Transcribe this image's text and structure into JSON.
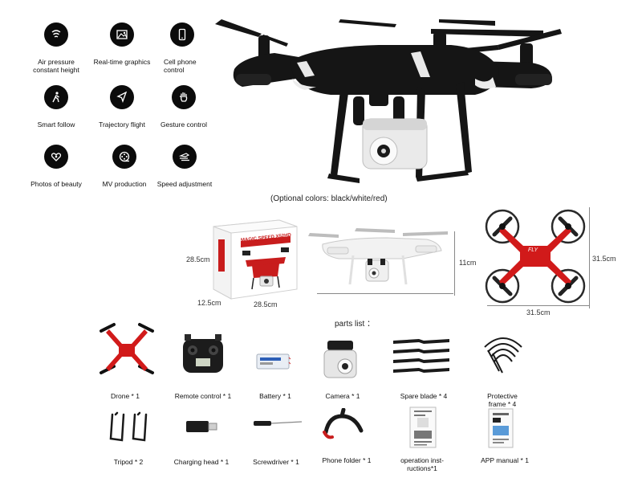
{
  "features": [
    {
      "label_1": "Air pressure",
      "label_2": "constant height",
      "icon": "barometer-icon"
    },
    {
      "label_1": "Real-time graphics",
      "label_2": "",
      "icon": "image-icon"
    },
    {
      "label_1": "Cell phone",
      "label_2": "control",
      "icon": "phone-icon"
    },
    {
      "label_1": "Smart follow",
      "label_2": "",
      "icon": "walking-person-icon"
    },
    {
      "label_1": "Trajectory flight",
      "label_2": "",
      "icon": "navigation-arrow-icon"
    },
    {
      "label_1": "Gesture control",
      "label_2": "",
      "icon": "hand-icon"
    },
    {
      "label_1": "Photos of beauty",
      "label_2": "",
      "icon": "heart-photo-icon"
    },
    {
      "label_1": "MV production",
      "label_2": "",
      "icon": "film-reel-icon"
    },
    {
      "label_1": "Speed adjustment",
      "label_2": "",
      "icon": "speed-icon"
    }
  ],
  "colors_caption": "(Optional colors: black/white/red)",
  "box": {
    "brand_text": "MAGIC SPEED X52HD",
    "height": "28.5cm",
    "depth": "12.5cm",
    "width": "28.5cm"
  },
  "side_view": {
    "height": "11cm"
  },
  "top_view": {
    "depth": "31.5cm",
    "width": "31.5cm",
    "label": "FLY"
  },
  "parts_title": "parts list ：",
  "parts": [
    {
      "label_1": "Drone * 1",
      "label_2": ""
    },
    {
      "label_1": "Remote control * 1",
      "label_2": ""
    },
    {
      "label_1": "Battery * 1",
      "label_2": ""
    },
    {
      "label_1": "Camera * 1",
      "label_2": ""
    },
    {
      "label_1": "Spare blade * 4",
      "label_2": ""
    },
    {
      "label_1": "Protective",
      "label_2": "frame * 4"
    },
    {
      "label_1": "Tripod * 2",
      "label_2": ""
    },
    {
      "label_1": "Charging head * 1",
      "label_2": ""
    },
    {
      "label_1": "Screwdriver * 1",
      "label_2": ""
    },
    {
      "label_1": "Phone folder * 1",
      "label_2": ""
    },
    {
      "label_1": "operation inst-",
      "label_2": "ructions*1"
    },
    {
      "label_1": "APP manual * 1",
      "label_2": ""
    }
  ],
  "colors": {
    "drone_black": "#151515",
    "drone_red": "#d11a1a",
    "accent_white": "#f2f2f2"
  }
}
